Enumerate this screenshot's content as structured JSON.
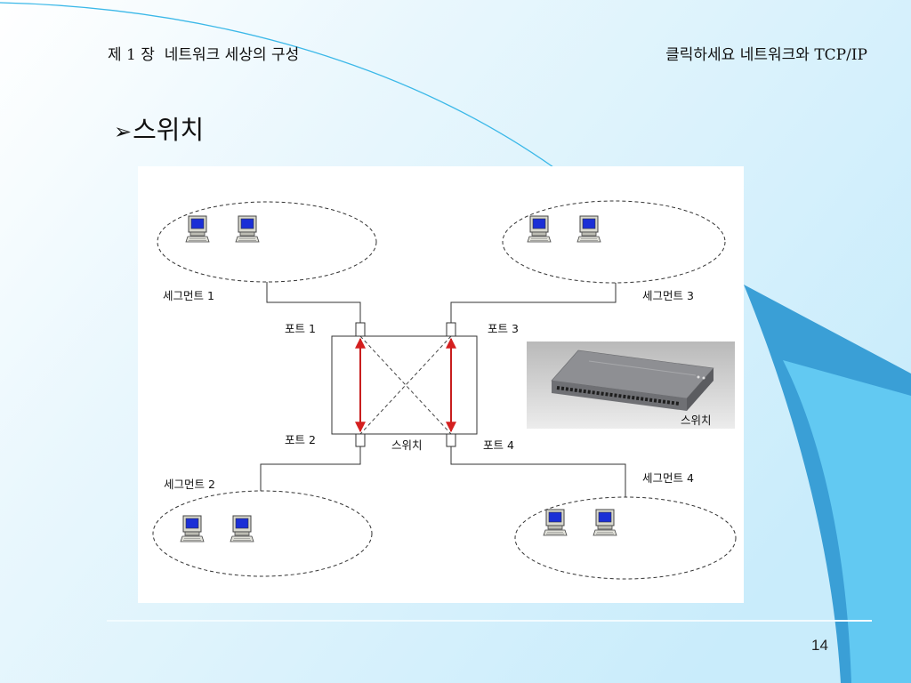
{
  "header": {
    "chapter": "제 1 장  네트워크 세상의 구성",
    "course": "클릭하세요 네트워크와 TCP/IP"
  },
  "title": {
    "bullet": "➢",
    "text": "스위치"
  },
  "diagram": {
    "segments": [
      {
        "label": "세그먼트 1"
      },
      {
        "label": "세그먼트 2"
      },
      {
        "label": "세그먼트 3"
      },
      {
        "label": "세그먼트 4"
      }
    ],
    "ports": [
      {
        "label": "포트 1"
      },
      {
        "label": "포트 2"
      },
      {
        "label": "포트 3"
      },
      {
        "label": "포트 4"
      }
    ],
    "switch_label": "스위치"
  },
  "photo": {
    "label": "스위치"
  },
  "page_number": "14",
  "icons": {
    "computer": "computer-icon",
    "bullet": "arrow-bullet-icon"
  },
  "colors": {
    "background": "#dff3fc",
    "accent_curve": "#3bb8e8",
    "decor_dark_blue": "#3a9fd6",
    "decor_light_blue": "#62c9f2",
    "arrow_red": "#d41f1f",
    "computer_screen": "#1b2fd6"
  }
}
